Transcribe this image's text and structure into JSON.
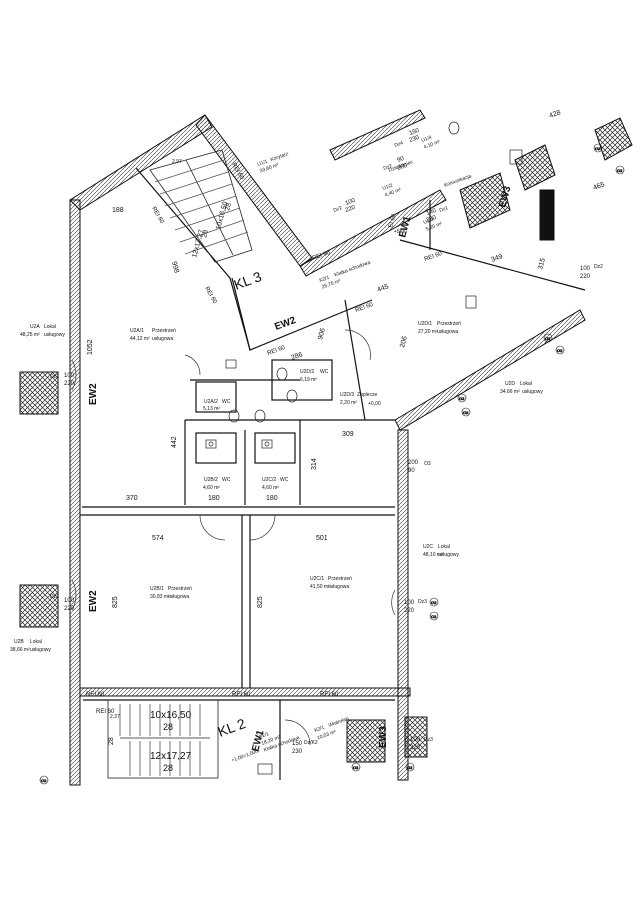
{
  "stairs": {
    "kl3": "KL 3",
    "kl2": "KL 2",
    "kl3_flight": "12x17,27",
    "kl3_count": "28",
    "kl3_flight2": "10x16,50",
    "kl3_count2": "28",
    "kl2_flight1": "10x16,50",
    "kl2_count1": "28",
    "kl2_flight2": "12x17,27",
    "kl2_count2": "28"
  },
  "tags": {
    "ew2_top": "EW2",
    "ew2_left": "EW2",
    "ew2_left_lower": "EW2",
    "ew1_top": "EW1",
    "ew1_bottom": "EW1",
    "ew3_top": "EW3",
    "ew3_bottom": "EW3"
  },
  "ratings": {
    "rei": "REI 60",
    "rei_k3a": "REI 60",
    "rei_k3b": "REI 60",
    "rei_k3c": "REI 60",
    "rei_k3d": "REI 60",
    "rei_k3e": "REI 60",
    "rei_k3f": "REI 60",
    "rei_k3g": "REI 60",
    "rei_k2a": "REI 60",
    "rei_k2b": "REI 60",
    "rei_k2c": "REI 60",
    "ei": "EI 60"
  },
  "rooms": [
    {
      "code": "U2A",
      "name": "Lokal",
      "type": "usługowy",
      "area": "48,25 m²"
    },
    {
      "code": "U2A/1",
      "name": "Przestrzeń",
      "type": "usługowa",
      "area": "44,12 m²"
    },
    {
      "code": "U2A/2",
      "name": "WC",
      "type": "",
      "area": "5,13 m²"
    },
    {
      "code": "U2B/2",
      "name": "WC",
      "type": "",
      "area": "4,60 m²"
    },
    {
      "code": "U2C/2",
      "name": "WC",
      "type": "",
      "area": "4,60 m²"
    },
    {
      "code": "U2B/1",
      "name": "Przestrzeń",
      "type": "usługowa",
      "area": "30,83 m²"
    },
    {
      "code": "U2C/1",
      "name": "Przestrzeń",
      "type": "usługowa",
      "area": "41,50 m²"
    },
    {
      "code": "U2B",
      "name": "Lokal",
      "type": "usługowy",
      "area": "38,66 m²"
    },
    {
      "code": "U2C",
      "name": "Lokal",
      "type": "usługowy",
      "area": "48,10 m²"
    },
    {
      "code": "U2D",
      "name": "Lokal",
      "type": "usługowy",
      "area": "34,66 m²"
    },
    {
      "code": "U2D/1",
      "name": "Przestrzeń",
      "type": "usługowa",
      "area": "27,20 m²"
    },
    {
      "code": "U2D/2",
      "name": "WC",
      "type": "",
      "area": "6,19 m²"
    },
    {
      "code": "U2D/3",
      "name": "Zaplecze",
      "type": "",
      "area": "2,20 m²"
    },
    {
      "code": "K2/1",
      "name": "Klatka schodowa",
      "type": "",
      "area": "25,70 m²"
    },
    {
      "code": "U1/1",
      "name": "Korytarz",
      "type": "",
      "area": "33,60 m²"
    },
    {
      "code": "U1/2",
      "name": "Dziedziniec",
      "type": "",
      "area": "4,40 m²"
    },
    {
      "code": "U1/3",
      "name": "",
      "type": "",
      "area": "5,20 m²"
    },
    {
      "code": "U1/4",
      "name": "Komunikacja",
      "type": "",
      "area": "4,10 m²"
    },
    {
      "code": "K2/1",
      "name": "Klatka schodowa",
      "type": "",
      "area": "18,20 m²"
    },
    {
      "code": "K2/1",
      "name": "Wiatrołap",
      "type": "",
      "area": "10,03 m²"
    }
  ],
  "dims": {
    "d188": "188",
    "d1052": "1052",
    "d442": "442",
    "d370": "370",
    "d180a": "180",
    "d180b": "180",
    "d574": "574",
    "d501": "501",
    "d825a": "825",
    "d825b": "825",
    "d309": "309",
    "d314": "314",
    "d286": "286",
    "d206": "206",
    "d445": "445",
    "d349": "349",
    "d315": "315",
    "d465": "465",
    "d428": "428",
    "d998": "998",
    "d906": "906",
    "d28": "28",
    "d2_97": "2,97",
    "d2_37": "2,37",
    "lvl_top": "+5,00",
    "lvl_mid": "+0,00",
    "lvl_bot": "+1,00=1,00m"
  },
  "openings": [
    {
      "w": "100",
      "h": "220",
      "tag": "Dz2"
    },
    {
      "w": "100",
      "h": "220",
      "tag": "Dz3"
    },
    {
      "w": "200",
      "h": "90",
      "tag": "O3"
    },
    {
      "w": "100",
      "h": "220",
      "tag": "Dz2"
    },
    {
      "w": "150",
      "h": "230",
      "tag": "Dz/K2"
    },
    {
      "w": "100",
      "h": "220",
      "tag": "Dz3"
    },
    {
      "w": "100",
      "h": "220",
      "tag": "Dz2"
    },
    {
      "w": "90",
      "h": "200",
      "tag": "Dz2"
    },
    {
      "w": "140",
      "h": "230",
      "tag": "Dz1"
    },
    {
      "w": "100",
      "h": "220",
      "tag": "Dz2"
    },
    {
      "w": "150",
      "h": "230",
      "tag": "Dz4"
    }
  ],
  "markers": [
    "O2",
    "O2",
    "O2",
    "O2",
    "O2",
    "O2",
    "O2",
    "O2",
    "O2",
    "O2",
    "O2"
  ]
}
